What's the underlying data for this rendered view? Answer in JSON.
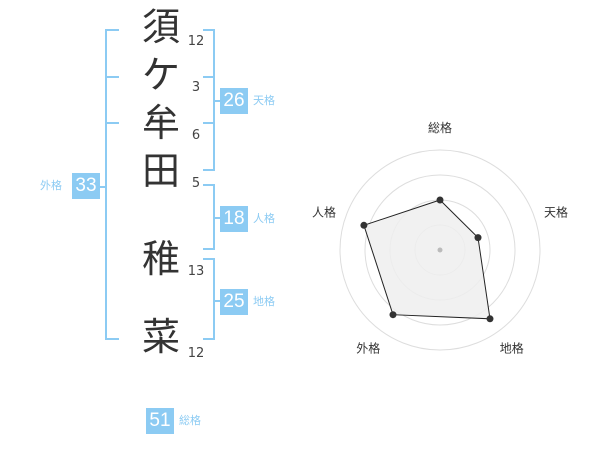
{
  "characters": [
    {
      "char": "須",
      "strokes": "12"
    },
    {
      "char": "ケ",
      "strokes": "3"
    },
    {
      "char": "牟",
      "strokes": "6"
    },
    {
      "char": "田",
      "strokes": "5"
    },
    {
      "char": "稚",
      "strokes": "13"
    },
    {
      "char": "菜",
      "strokes": "12"
    }
  ],
  "scores": {
    "tenkaku": {
      "value": "26",
      "label": "天格"
    },
    "jinkaku": {
      "value": "18",
      "label": "人格"
    },
    "chikaku": {
      "value": "25",
      "label": "地格"
    },
    "gaikaku": {
      "value": "33",
      "label": "外格"
    },
    "soukaku": {
      "value": "51",
      "label": "総格"
    }
  },
  "radar": {
    "axes": [
      "総格",
      "天格",
      "地格",
      "外格",
      "人格"
    ],
    "levels": [
      0.5,
      0.4,
      0.85,
      0.8,
      0.8
    ],
    "rings": 4
  },
  "colors": {
    "accent": "#8ccbf3",
    "text": "#333333",
    "radar_fill": "#efefef"
  }
}
